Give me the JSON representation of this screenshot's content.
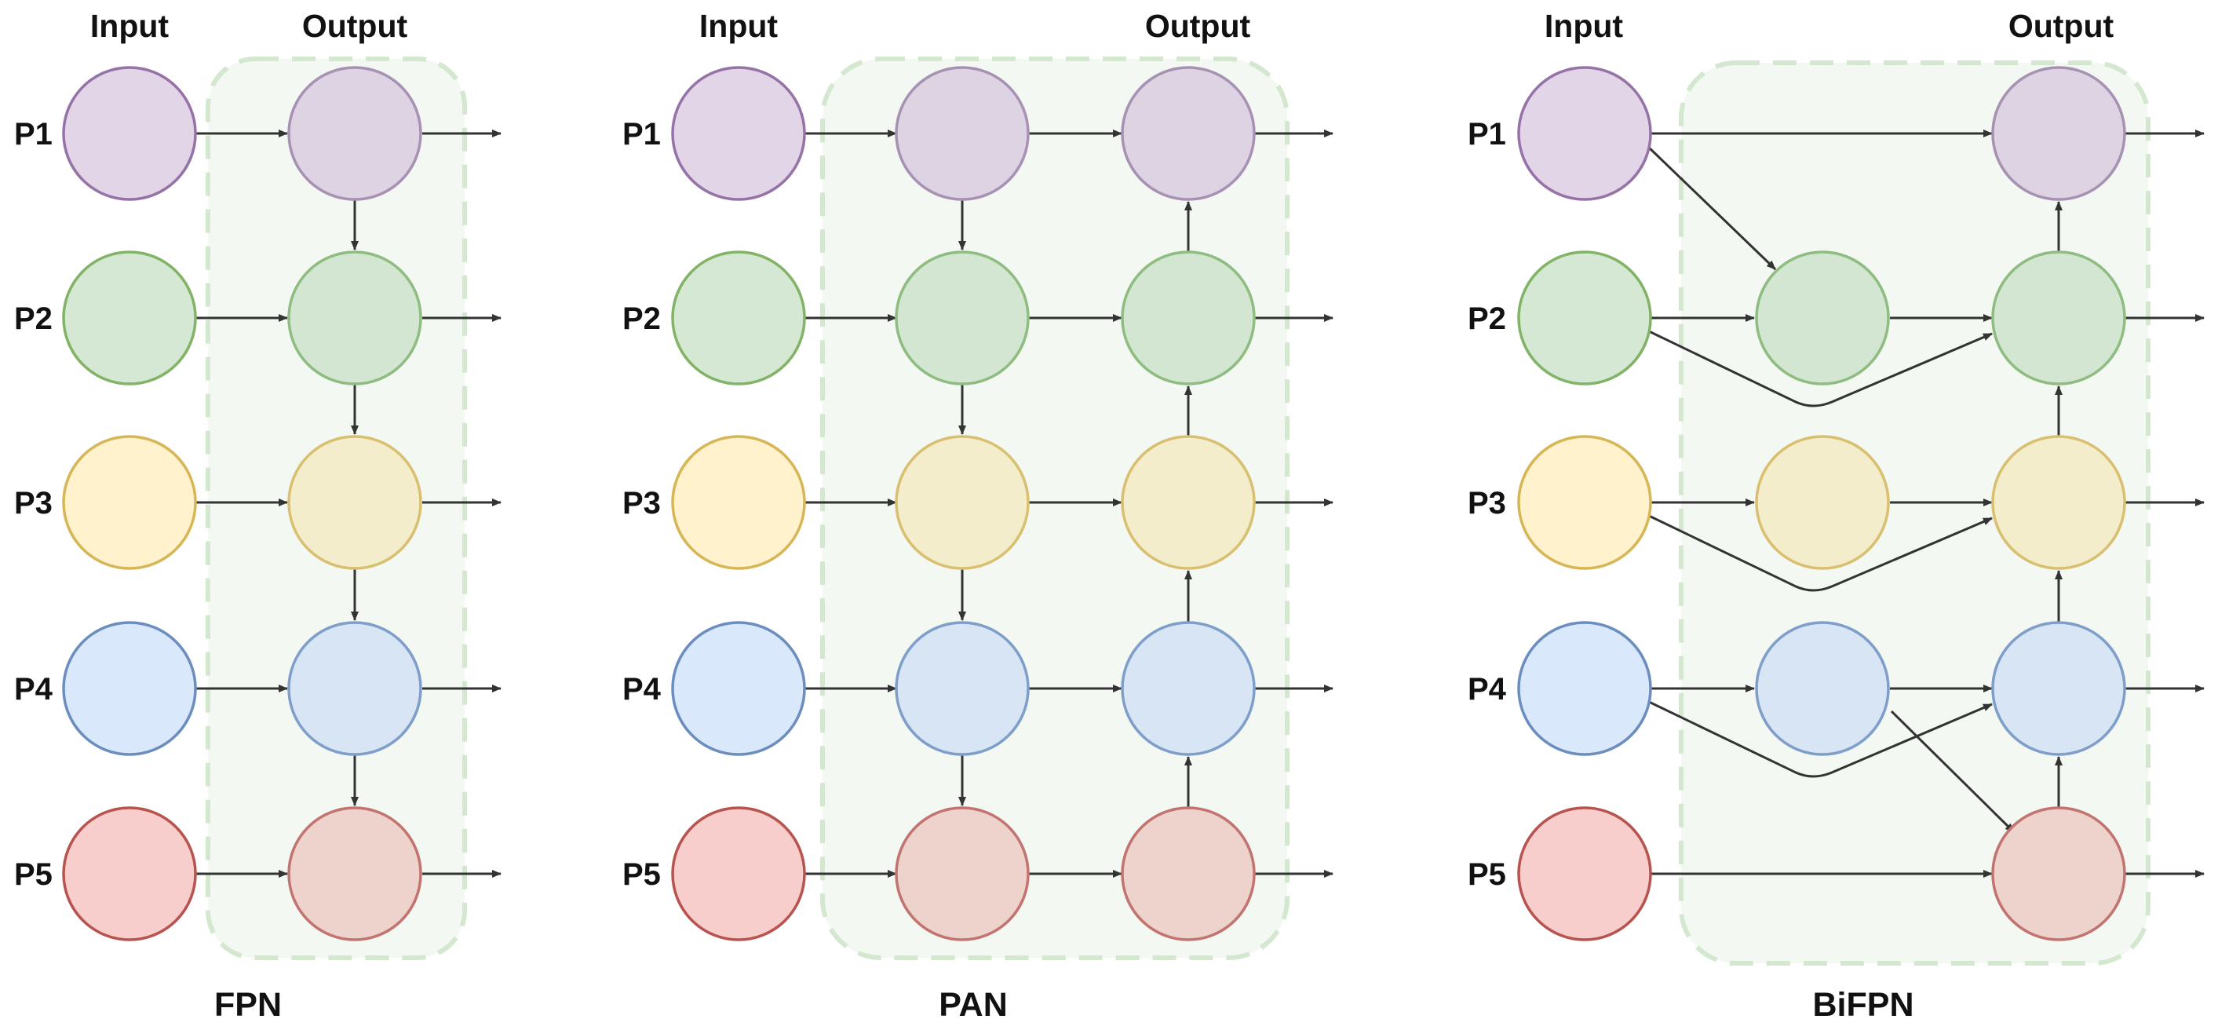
{
  "levels": [
    {
      "label": "P1",
      "fill": "#e1d5e7",
      "stroke": "#9673a6",
      "fill_inner": "#ddd3e3",
      "stroke_inner": "#a892b3"
    },
    {
      "label": "P2",
      "fill": "#d5e8d4",
      "stroke": "#82b366",
      "fill_inner": "#d3e6d2",
      "stroke_inner": "#8fbc80"
    },
    {
      "label": "P3",
      "fill": "#fff2cc",
      "stroke": "#d6b656",
      "fill_inner": "#f3edcc",
      "stroke_inner": "#d8c070"
    },
    {
      "label": "P4",
      "fill": "#dae8fc",
      "stroke": "#6c8ebf",
      "fill_inner": "#d7e5f4",
      "stroke_inner": "#7f9ec9"
    },
    {
      "label": "P5",
      "fill": "#f8cecc",
      "stroke": "#b85450",
      "fill_inner": "#eed2cc",
      "stroke_inner": "#c27470"
    }
  ],
  "panel_style": {
    "fill": "#f4f8f3",
    "stroke": "#d4e7cf"
  },
  "diagrams": [
    {
      "name": "fpn-diagram",
      "title": "FPN",
      "input_label": "Input",
      "output_label": "Output"
    },
    {
      "name": "pan-diagram",
      "title": "PAN",
      "input_label": "Input",
      "output_label": "Output"
    },
    {
      "name": "bifpn-diagram",
      "title": "BiFPN",
      "input_label": "Input",
      "output_label": "Output"
    }
  ]
}
